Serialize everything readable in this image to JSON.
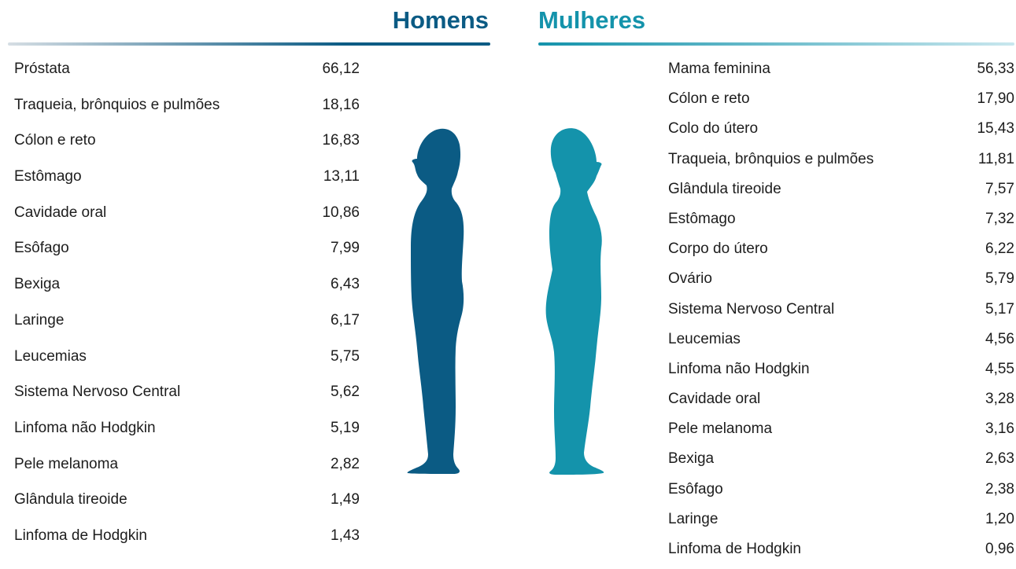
{
  "colors": {
    "men": "#0b5b84",
    "women": "#1493ab",
    "text": "#1d1d1d"
  },
  "icons": {
    "men": "male-silhouette-icon",
    "women": "female-silhouette-icon"
  },
  "chart_data": [
    {
      "type": "table",
      "title": "Homens",
      "categories": [
        "Próstata",
        "Traqueia, brônquios e pulmões",
        "Cólon e reto",
        "Estômago",
        "Cavidade oral",
        "Esôfago",
        "Bexiga",
        "Laringe",
        "Leucemias",
        "Sistema Nervoso Central",
        "Linfoma não Hodgkin",
        "Pele melanoma",
        "Glândula tireoide",
        "Linfoma de Hodgkin"
      ],
      "values": [
        "66,12",
        "18,16",
        "16,83",
        "13,11",
        "10,86",
        "7,99",
        "6,43",
        "6,17",
        "5,75",
        "5,62",
        "5,19",
        "2,82",
        "1,49",
        "1,43"
      ]
    },
    {
      "type": "table",
      "title": "Mulheres",
      "categories": [
        "Mama feminina",
        "Cólon e reto",
        "Colo do útero",
        "Traqueia, brônquios e pulmões",
        "Glândula tireoide",
        "Estômago",
        "Corpo do útero",
        "Ovário",
        "Sistema Nervoso Central",
        "Leucemias",
        "Linfoma não Hodgkin",
        "Cavidade oral",
        "Pele melanoma",
        "Bexiga",
        "Esôfago",
        "Laringe",
        "Linfoma de Hodgkin"
      ],
      "values": [
        "56,33",
        "17,90",
        "15,43",
        "11,81",
        "7,57",
        "7,32",
        "6,22",
        "5,79",
        "5,17",
        "4,56",
        "4,55",
        "3,28",
        "3,16",
        "2,63",
        "2,38",
        "1,20",
        "0,96"
      ]
    }
  ]
}
